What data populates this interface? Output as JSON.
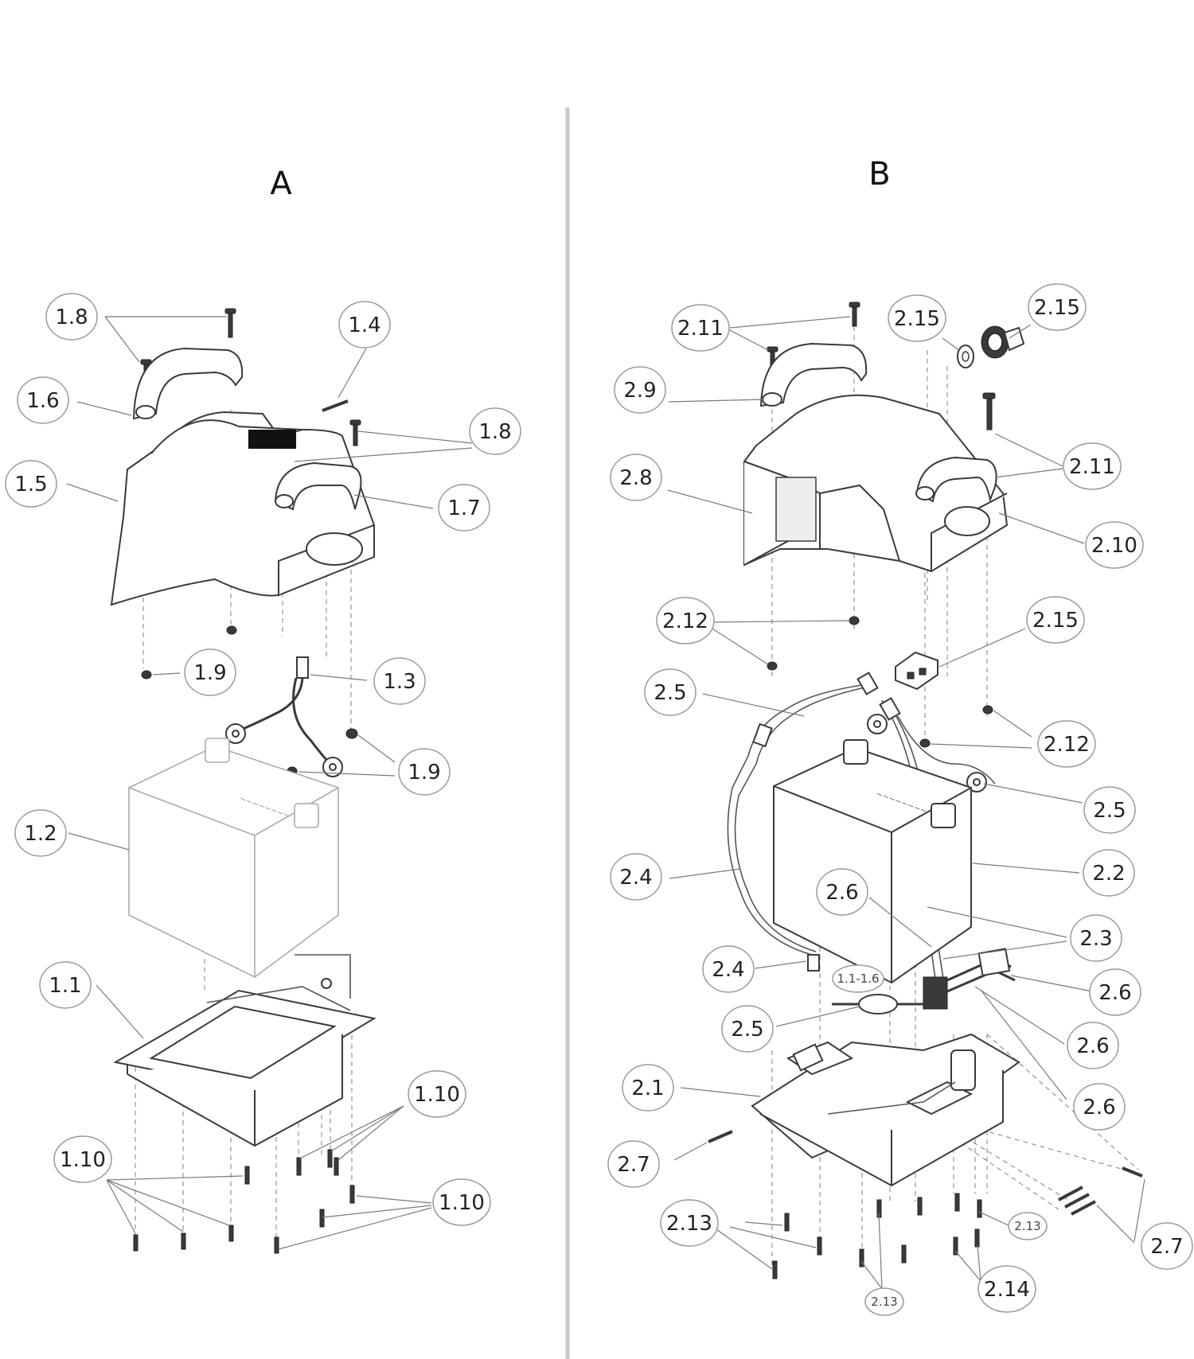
{
  "panels": {
    "a": {
      "title": "A"
    },
    "b": {
      "title": "B"
    }
  },
  "callouts": {
    "a": {
      "c1_8a": "1.8",
      "c1_4": "1.4",
      "c1_6": "1.6",
      "c1_8b": "1.8",
      "c1_5": "1.5",
      "c1_7": "1.7",
      "c1_9a": "1.9",
      "c1_3": "1.3",
      "c1_9b": "1.9",
      "c1_2": "1.2",
      "c1_1": "1.1",
      "c1_10a": "1.10",
      "c1_10b": "1.10",
      "c1_10c": "1.10"
    },
    "b": {
      "c2_11a": "2.11",
      "c2_15a": "2.15",
      "c2_15b": "2.15",
      "c2_9": "2.9",
      "c2_8": "2.8",
      "c2_11b": "2.11",
      "c2_10": "2.10",
      "c2_12a": "2.12",
      "c2_15c": "2.15",
      "c2_5a": "2.5",
      "c2_12b": "2.12",
      "c2_5b": "2.5",
      "c2_4a": "2.4",
      "c2_2": "2.2",
      "c2_6a": "2.6",
      "c2_3": "2.3",
      "c2_4b": "2.4",
      "c1_1_6": "1.1-1.6",
      "c2_6b": "2.6",
      "c2_5c": "2.5",
      "c2_6c": "2.6",
      "c2_1": "2.1",
      "c2_6d": "2.6",
      "c2_7a": "2.7",
      "c2_13a": "2.13",
      "c2_13b": "2.13",
      "c2_7b": "2.7",
      "c2_13c": "2.13",
      "c2_14": "2.14"
    }
  },
  "colors": {
    "ink": "#3a3a3a",
    "divider": "#c8c8c8",
    "leader": "#7a7a7a"
  }
}
